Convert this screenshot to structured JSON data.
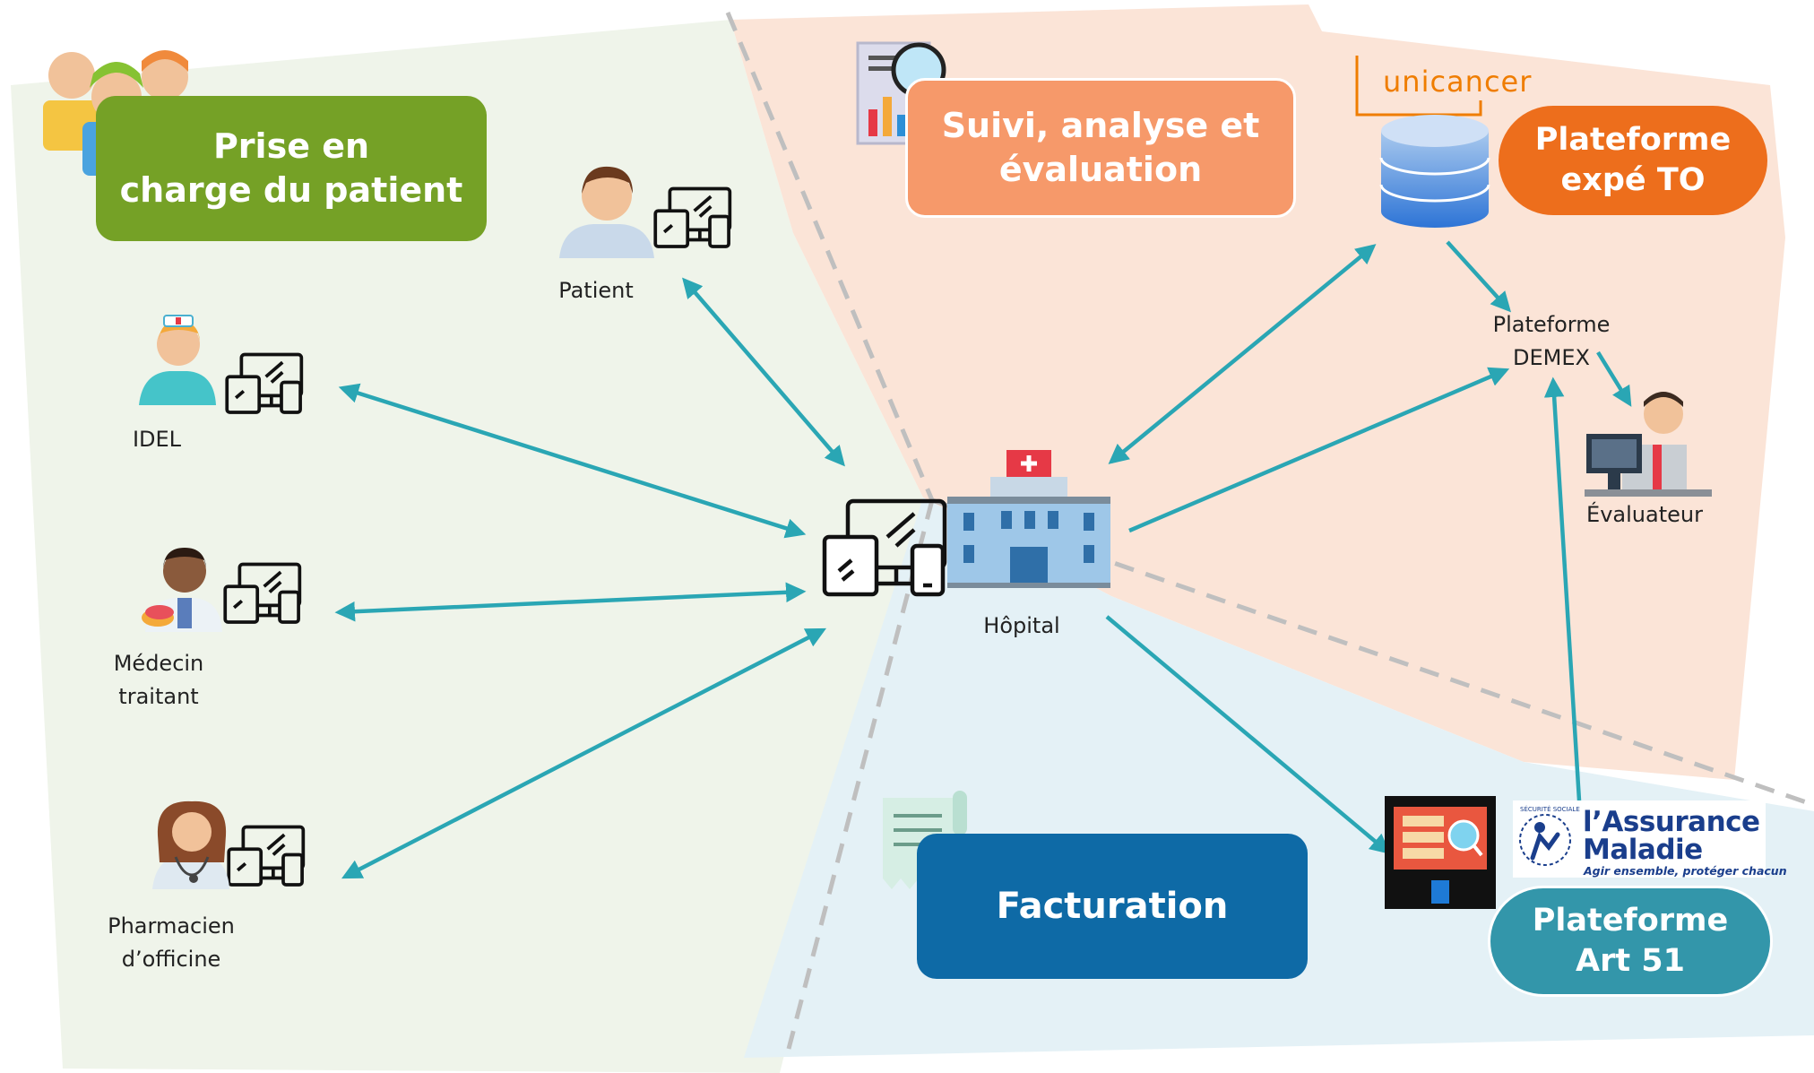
{
  "colors": {
    "zone_patient": "#eff4ea",
    "zone_suivi": "#fbe4d7",
    "zone_facturation": "#e4f1f6",
    "divider": "#bfbfbf",
    "arrow": "#2aa6b4",
    "box_prise": "#75a126",
    "box_suivi": "#f6996a",
    "box_expe": "#ed6e1c",
    "box_factu": "#0e6aa6",
    "box_art51": "#3396aa"
  },
  "boxes": {
    "prise_en_charge": "Prise en\ncharge du patient",
    "suivi": "Suivi, analyse et\névaluation",
    "plateforme_expe": "Plateforme\nexpé TO",
    "facturation": "Facturation",
    "plateforme_art51": "Plateforme\nArt 51"
  },
  "labels": {
    "patient": "Patient",
    "idel": "IDEL",
    "medecin": "Médecin\ntraitant",
    "pharmacien": "Pharmacien\nd’officine",
    "hopital": "Hôpital",
    "demex": "Plateforme\nDEMEX",
    "evaluateur": "Évaluateur"
  },
  "logos": {
    "unicancer": "unicancer",
    "assurance_maladie": "l’Assurance\nMaladie",
    "assurance_tagline": "Agir ensemble, protéger chacun",
    "securite_sociale": "SÉCURITÉ SOCIALE"
  },
  "icons": [
    "team-icon",
    "patient-icon",
    "nurse-icon",
    "doctor-icon",
    "pharmacist-icon",
    "devices-icon",
    "hospital-icon",
    "report-magnifier-icon",
    "database-icon",
    "evaluator-icon",
    "invoice-icon",
    "billing-screen-icon"
  ]
}
